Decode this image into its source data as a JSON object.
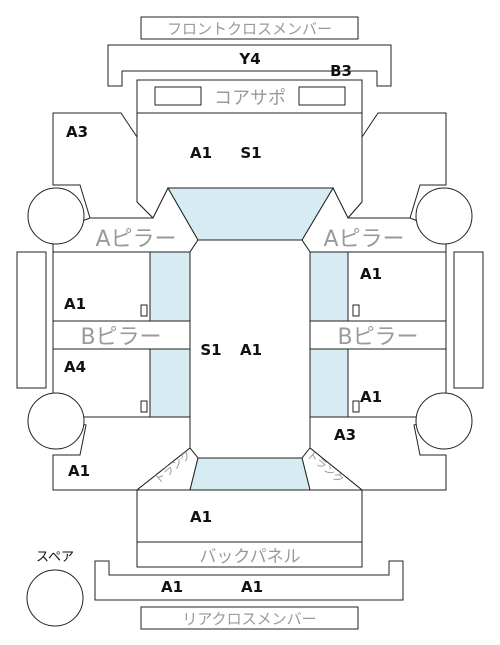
{
  "parts": {
    "front_cross_member": "フロントクロスメンバー",
    "core_support": "コアサポ",
    "a_pillar_left": "Aピラー",
    "a_pillar_right": "Aピラー",
    "b_pillar_left": "Bピラー",
    "b_pillar_right": "Bピラー",
    "back_panel": "バックパネル",
    "rear_cross_member": "リアクロスメンバー",
    "spare": "スペア",
    "trunk_left": "トランク",
    "trunk_right": "トランク"
  },
  "codes": {
    "front_cross": "Y4",
    "core_support": "B3",
    "front_left_fender": "A3",
    "hood_1": "A1",
    "hood_2": "S1",
    "front_left_door": "A1",
    "rear_left_door": "A4",
    "front_right_door": "A1",
    "rear_right_door": "A1",
    "roof_1": "S1",
    "roof_2": "A1",
    "rear_right_quarter": "A3",
    "rear_left_quarter": "A1",
    "trunk_lid": "A1",
    "rear_cross_1": "A1",
    "rear_cross_2": "A1"
  }
}
